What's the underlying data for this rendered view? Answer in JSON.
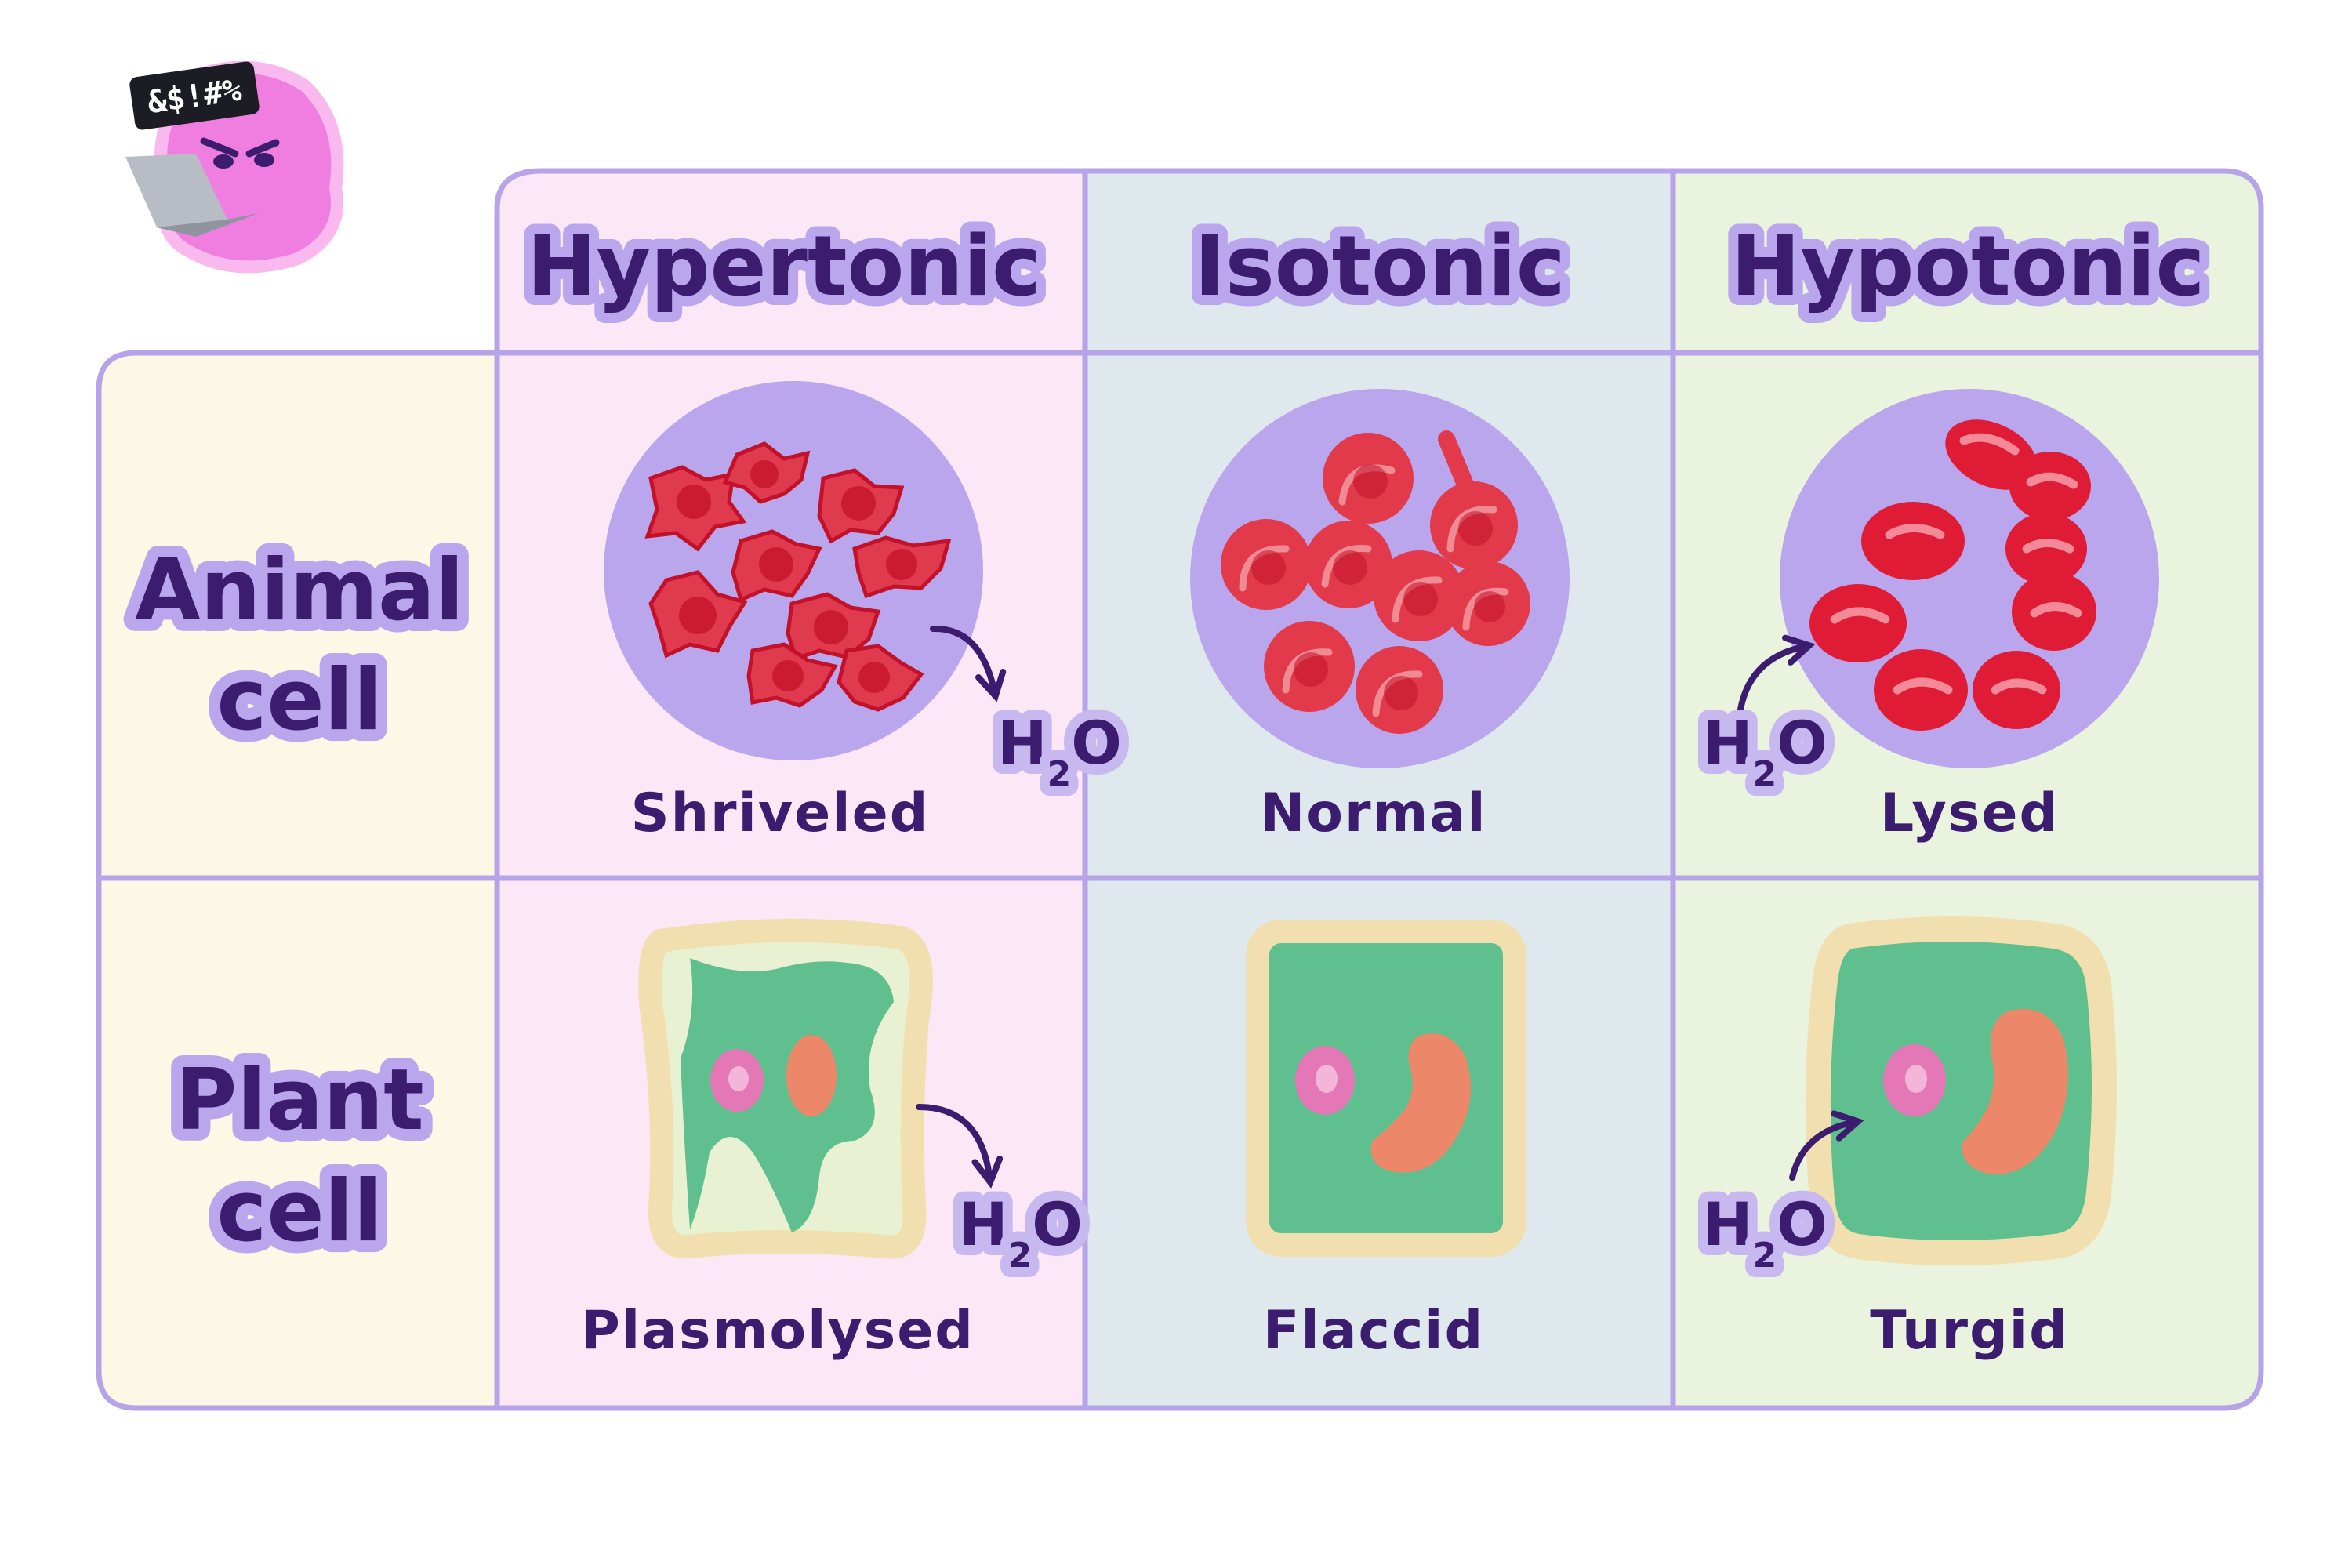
{
  "columns": [
    {
      "label": "Hypertonic",
      "color": "#fbe7f6"
    },
    {
      "label": "Isotonic",
      "color": "#dfe8ec"
    },
    {
      "label": "Hypotonic",
      "color": "#e9f3de"
    }
  ],
  "rows": [
    {
      "label_line1": "Animal",
      "label_line2": "cell"
    },
    {
      "label_line1": "Plant",
      "label_line2": "cell"
    }
  ],
  "captions": {
    "animal": [
      "Shriveled",
      "Normal",
      "Lysed"
    ],
    "plant": [
      "Plasmolysed",
      "Flaccid",
      "Turgid"
    ]
  },
  "water": {
    "main": "H",
    "sub": "2",
    "tail": "O"
  },
  "mascot": {
    "badge": "&$!#%",
    "color": "#f07ee0"
  },
  "colors": {
    "row_header_bg": "#fdf8e6",
    "grid_line": "#b6a3e8",
    "blood_cell": "#e23a4a",
    "plant_green": "#5fbf8e",
    "nucleus": "#e478b6",
    "vacuole": "#ec8869",
    "cell_wall": "#f1dfaf"
  },
  "icons": [
    "mascot-icon",
    "laptop-icon",
    "water-arrow-icon"
  ]
}
